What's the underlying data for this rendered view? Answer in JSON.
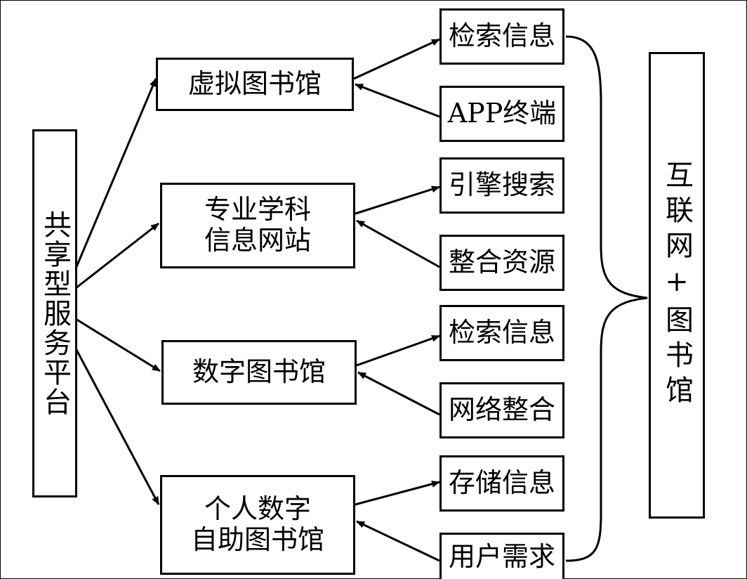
{
  "platform": {
    "label": "共享型服务平台"
  },
  "internet_library": {
    "label": "互联网+图书馆"
  },
  "mid_nodes": [
    {
      "lines": [
        "虚拟图书馆"
      ]
    },
    {
      "lines": [
        "专业学科",
        "信息网站"
      ]
    },
    {
      "lines": [
        "数字图书馆"
      ]
    },
    {
      "lines": [
        "个人数字",
        "自助图书馆"
      ]
    }
  ],
  "leaf_nodes": [
    {
      "label": "检索信息"
    },
    {
      "label": "APP终端"
    },
    {
      "label": "引擎搜索"
    },
    {
      "label": "整合资源"
    },
    {
      "label": "检索信息"
    },
    {
      "label": "网络整合"
    },
    {
      "label": "存储信息"
    },
    {
      "label": "用户需求"
    }
  ],
  "colors": {
    "stroke": "#000000",
    "background": "#ffffff"
  }
}
